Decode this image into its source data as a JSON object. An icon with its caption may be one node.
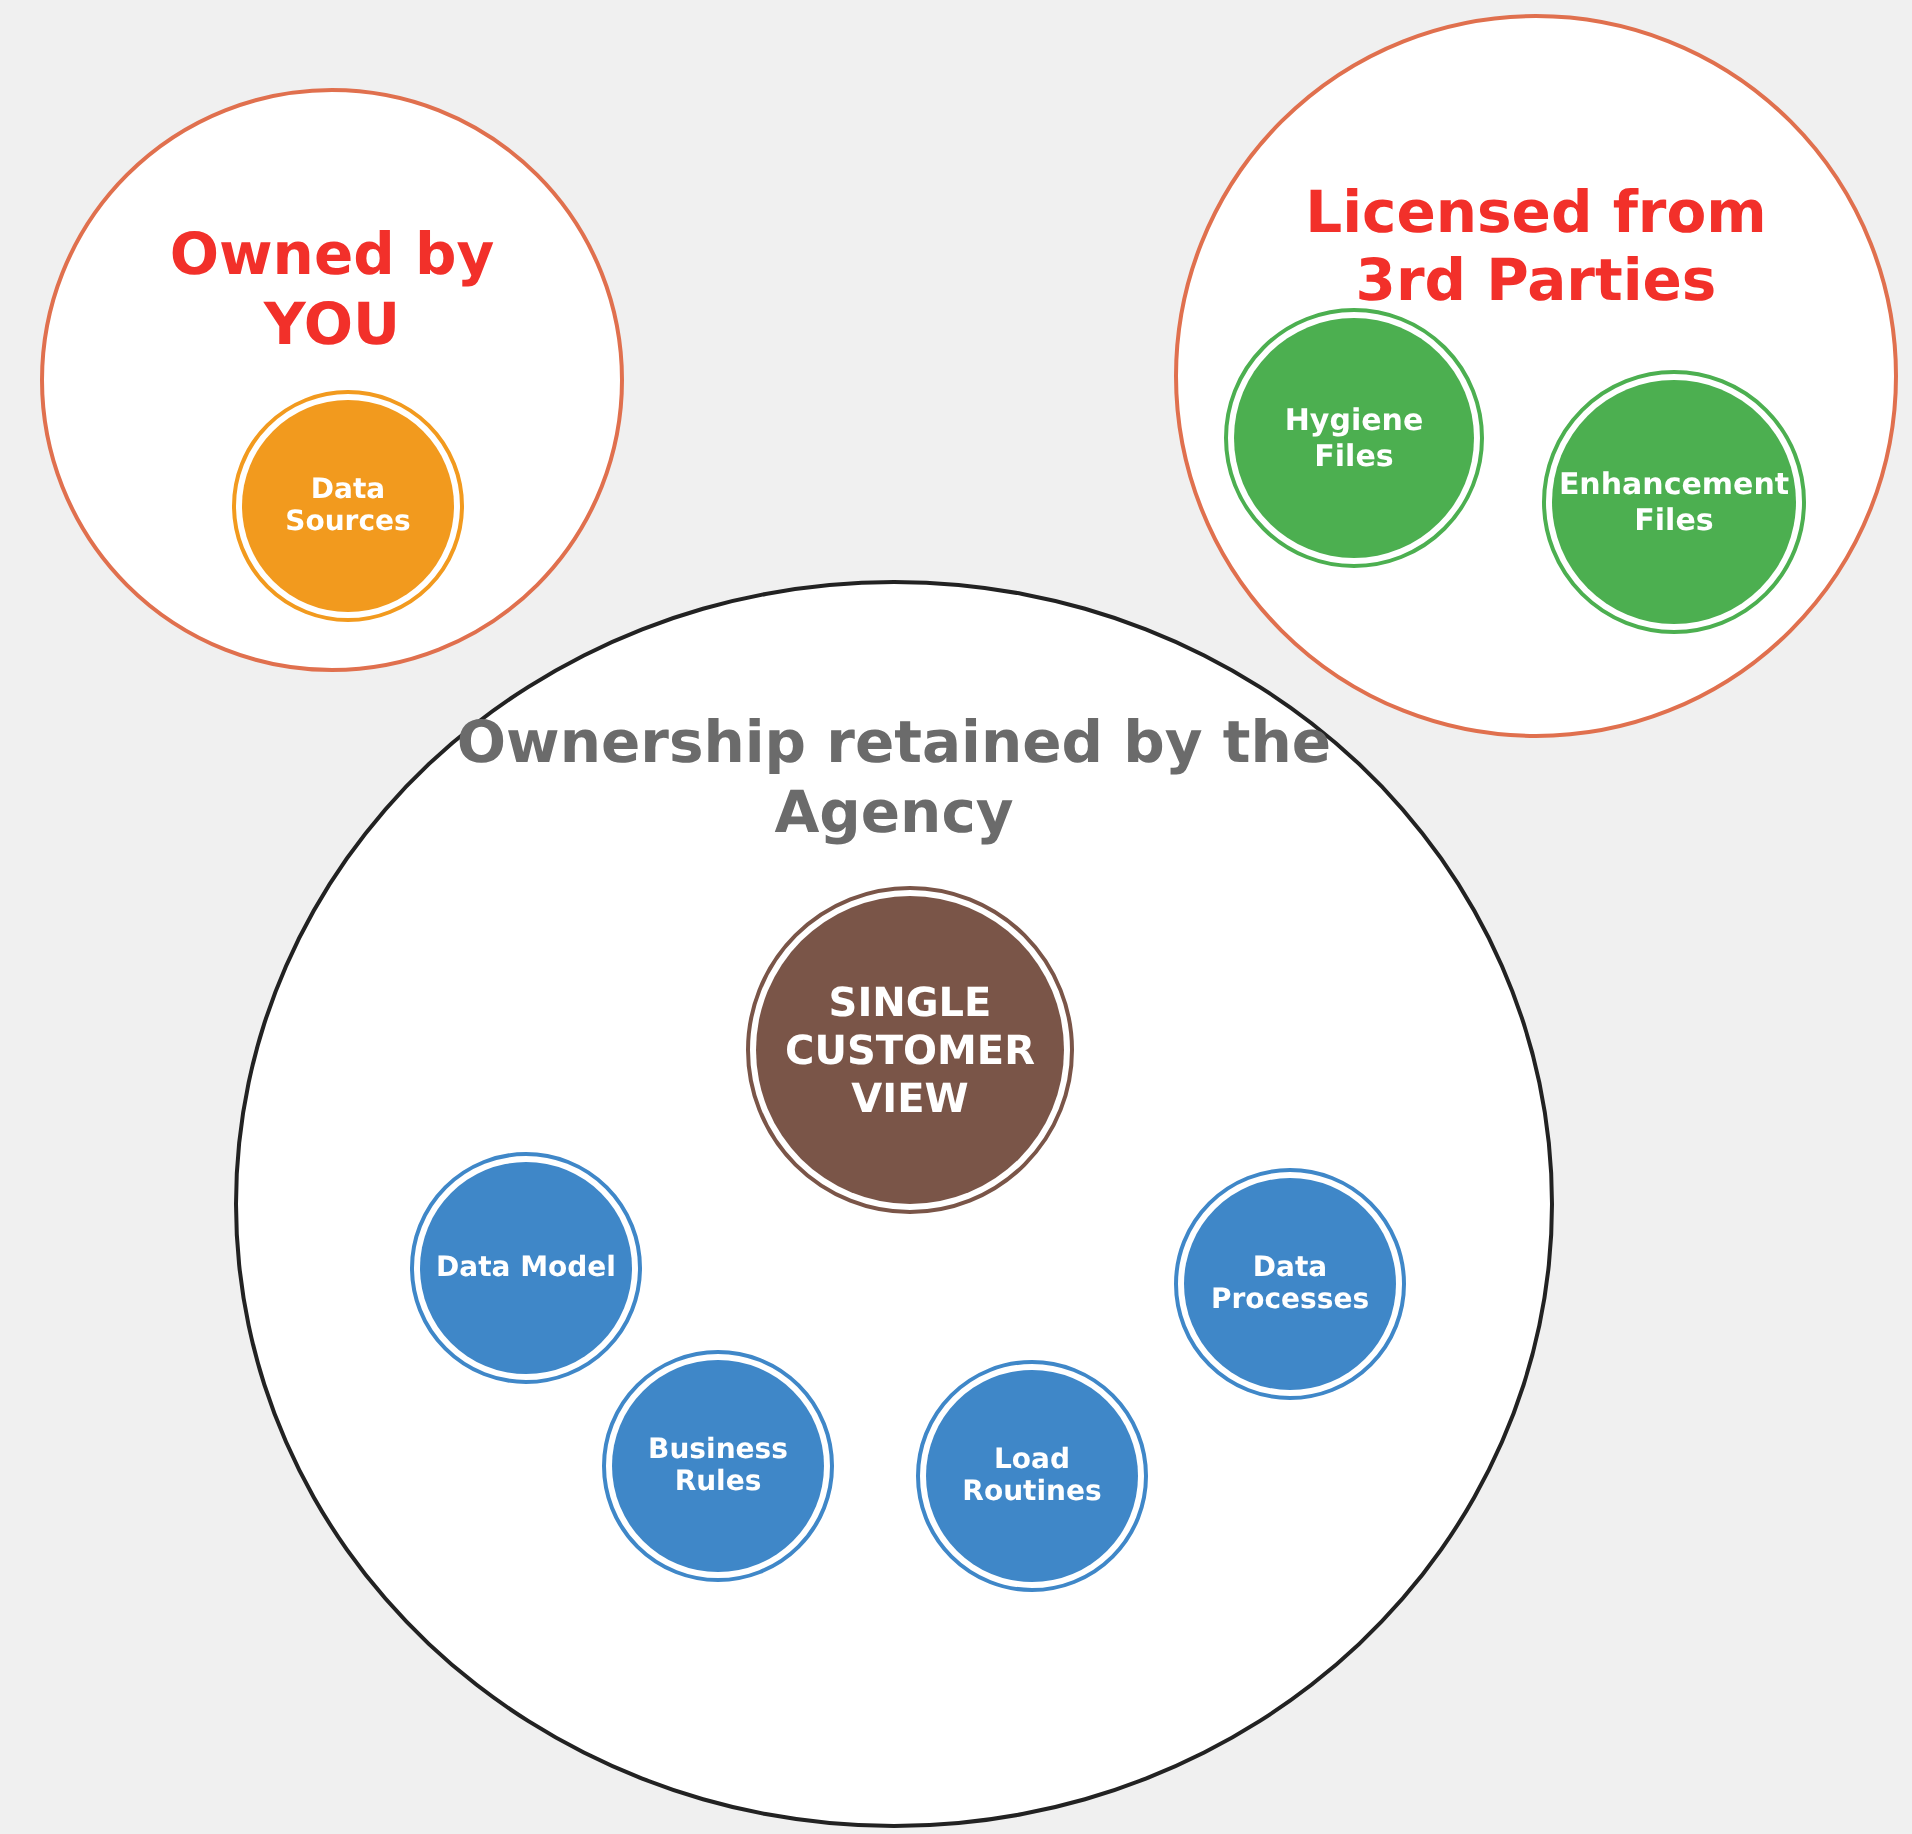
{
  "diagram": {
    "nodes": [
      {
        "text": [
          "Owned by YOU"
        ]
      },
      {
        "text": [
          "Data Sources"
        ],
        "in": 0
      },
      {
        "text": [
          "Licensed from 3rd Parties"
        ]
      },
      {
        "text": [
          "Hygiene Files"
        ],
        "in": 2
      },
      {
        "text": [
          "Enhancement Files"
        ],
        "in": 2
      },
      {
        "text": [
          "Ownership retained by the Agency"
        ]
      },
      {
        "text": [
          "SINGLE CUSTOMER VIEW"
        ],
        "in": 5
      },
      {
        "text": [
          "Data Model"
        ],
        "in": 5
      },
      {
        "text": [
          "Data Processes"
        ],
        "in": 5
      },
      {
        "text": [
          "Business Rules"
        ],
        "in": 5
      },
      {
        "text": [
          "Load Routines"
        ],
        "in": 5
      }
    ],
    "edges": []
  }
}
